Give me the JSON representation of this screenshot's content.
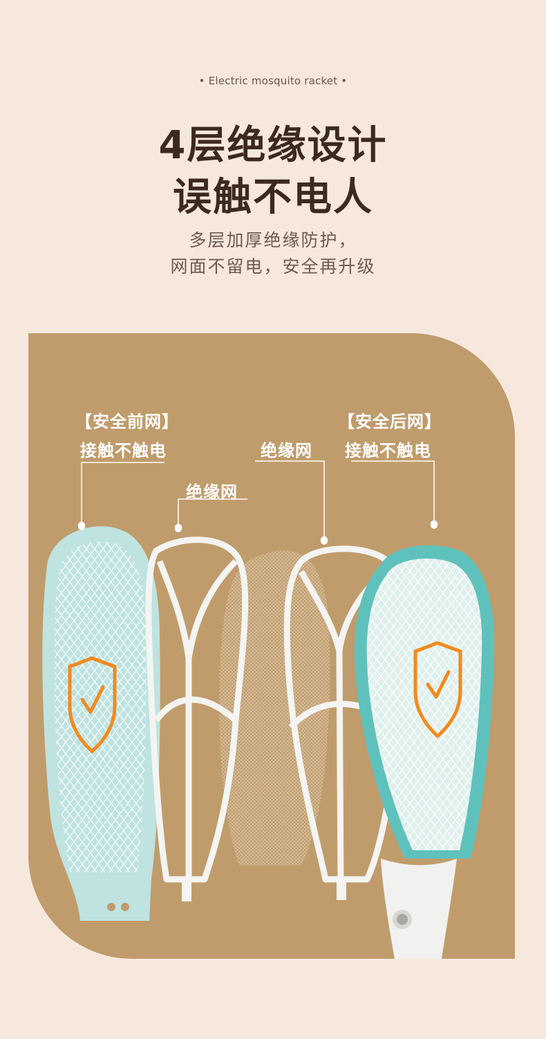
{
  "header": {
    "tagline": "• Electric mosquito racket •",
    "title_line1": "4层绝缘设计",
    "title_line2": "误触不电人",
    "subtitle_line1": "多层加厚绝缘防护，",
    "subtitle_line2": "网面不留电，安全再升级"
  },
  "callouts": {
    "front_net_title": "【安全前网】",
    "front_net_desc": "接触不触电",
    "insulation_net_left": "绝缘网",
    "insulation_net_right": "绝缘网",
    "back_net_title": "【安全后网】",
    "back_net_desc": "接触不触电"
  },
  "colors": {
    "background": "#f7e8de",
    "panel": "#c09c6c",
    "racket_blue": "#bfe3e0",
    "racket_teal": "#5fc1bb",
    "shield_orange": "#f28a1f",
    "frame_white": "#f4f4f2"
  },
  "icons": [
    "shield-check-icon",
    "flashlight-icon"
  ]
}
